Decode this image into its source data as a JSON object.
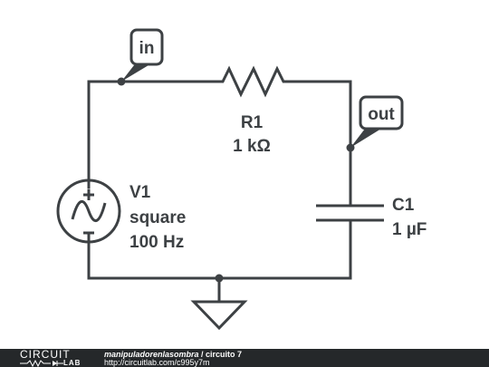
{
  "schematic": {
    "source": {
      "name": "V1",
      "waveform": "square",
      "frequency": "100 Hz"
    },
    "resistor": {
      "name": "R1",
      "value": "1 kΩ"
    },
    "capacitor": {
      "name": "C1",
      "value": "1 µF"
    },
    "probes": {
      "input": "in",
      "output": "out"
    }
  },
  "footer": {
    "logo_top": "CIRCUIT",
    "logo_bottom": "LAB",
    "author": "manipuladorenlasombra",
    "separator": " / ",
    "title": "circuito 7",
    "url": "http://circuitlab.com/c995y7m"
  },
  "colors": {
    "ink": "#3d4144",
    "footer_bg": "#25282a"
  }
}
